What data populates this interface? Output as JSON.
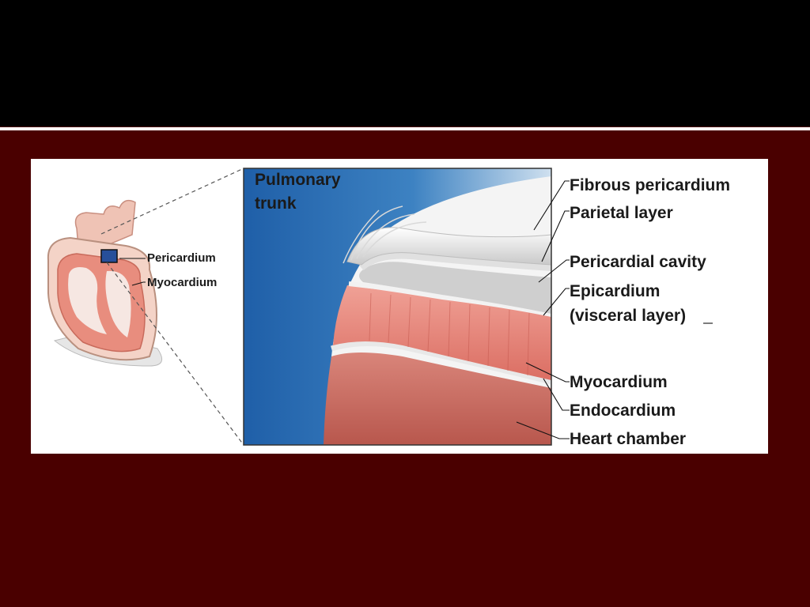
{
  "slide": {
    "title_band_color": "#000000",
    "background_color": "#4a0000"
  },
  "figure": {
    "inset_labels": {
      "pericardium": "Pericardium",
      "myocardium": "Myocardium"
    },
    "magnified_labels": {
      "pulmonary_trunk_line1": "Pulmonary",
      "pulmonary_trunk_line2": "trunk"
    },
    "layer_labels": {
      "fibrous_pericardium": "Fibrous pericardium",
      "parietal_layer": "Parietal layer",
      "pericardial_cavity": "Pericardial cavity",
      "epicardium_line1": "Epicardium",
      "epicardium_line2": "(visceral layer)",
      "myocardium": "Myocardium",
      "endocardium": "Endocardium",
      "heart_chamber": "Heart chamber"
    },
    "colors": {
      "vessel_blue": "#2f6fb0",
      "myocardium_pink": "#e9847a",
      "chamber_red": "#c9665c",
      "serous_grey": "#cfcfcf"
    }
  }
}
